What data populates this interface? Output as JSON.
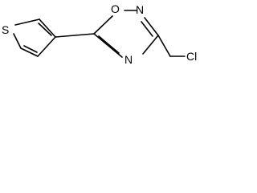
{
  "molecule": {
    "atoms": {
      "sulfur": "S",
      "ring_oxygen": "O",
      "ring_nitrogen_top": "N",
      "ring_nitrogen_bottom": "N",
      "chloromethyl": "Cl"
    }
  },
  "colors": {
    "bond": "#000000",
    "label": "#000000",
    "background": "#ffffff"
  }
}
